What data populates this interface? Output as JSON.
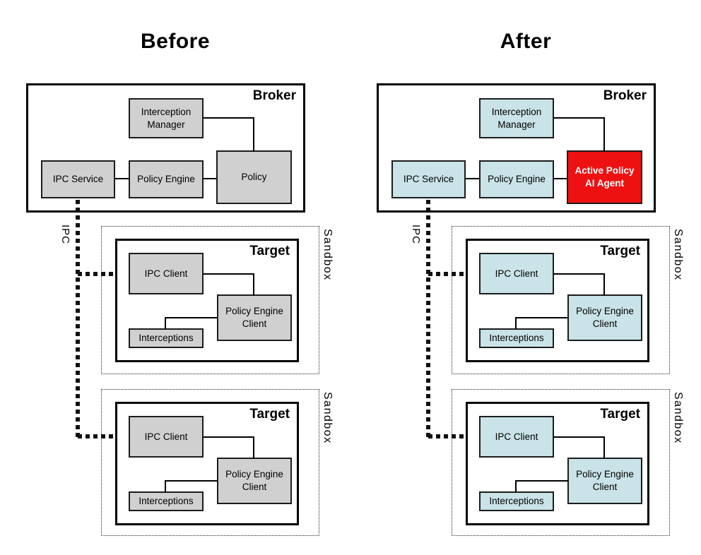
{
  "colors": {
    "page_bg": "#ffffff",
    "box_gray": "#d0d0d0",
    "box_blue": "#c9e3e8",
    "box_red": "#ee1111",
    "box_red_text": "#ffffff",
    "line": "#000000",
    "text": "#000000"
  },
  "panels": [
    {
      "title": "Before",
      "broker": {
        "label": "Broker",
        "interception_manager": "Interception Manager",
        "ipc_service": "IPC Service",
        "policy_engine": "Policy Engine",
        "policy": "Policy"
      },
      "ipc_link_label": "IPC",
      "sandboxes": [
        {
          "label": "Sandbox",
          "target_label": "Target",
          "ipc_client": "IPC Client",
          "policy_engine_client": "Policy Engine Client",
          "interceptions": "Interceptions"
        },
        {
          "label": "Sandbox",
          "target_label": "Target",
          "ipc_client": "IPC Client",
          "policy_engine_client": "Policy Engine Client",
          "interceptions": "Interceptions"
        }
      ]
    },
    {
      "title": "After",
      "broker": {
        "label": "Broker",
        "interception_manager": "Interception Manager",
        "ipc_service": "IPC Service",
        "policy_engine": "Policy Engine",
        "policy": "Active Policy AI Agent"
      },
      "ipc_link_label": "IPC",
      "sandboxes": [
        {
          "label": "Sandbox",
          "target_label": "Target",
          "ipc_client": "IPC Client",
          "policy_engine_client": "Policy Engine Client",
          "interceptions": "Interceptions"
        },
        {
          "label": "Sandbox",
          "target_label": "Target",
          "ipc_client": "IPC Client",
          "policy_engine_client": "Policy Engine Client",
          "interceptions": "Interceptions"
        }
      ]
    }
  ]
}
